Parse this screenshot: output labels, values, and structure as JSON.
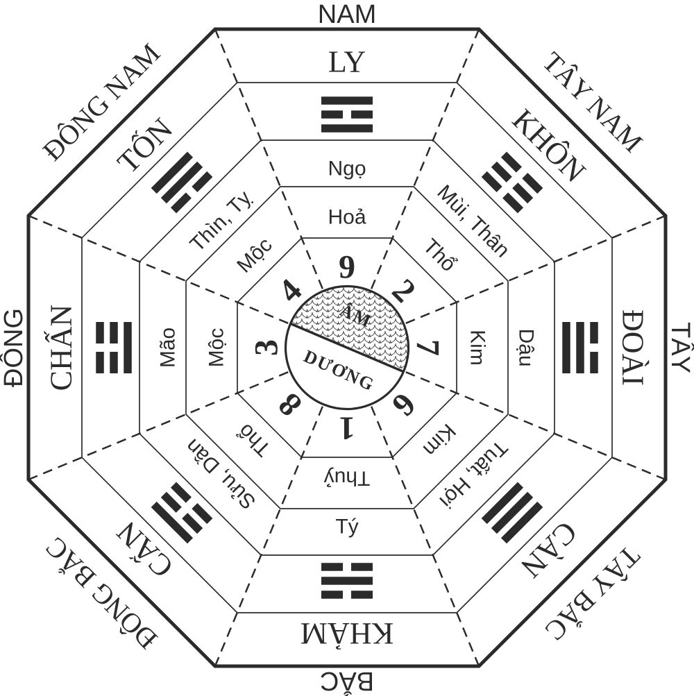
{
  "diagram": {
    "colors": {
      "ink": "#2b2b2b",
      "background": "#ffffff"
    },
    "center": {
      "upper_label": "ÂM",
      "lower_label": "DƯƠNG"
    },
    "sectors": [
      {
        "position": "top",
        "direction": "NAM",
        "trigram_name": "LY",
        "trigram_lines": [
          "solid",
          "broken",
          "solid"
        ],
        "branch": "Ngọ",
        "element": "Hoả",
        "number": "9"
      },
      {
        "position": "top-right",
        "direction": "TÂY NAM",
        "trigram_name": "KHÔN",
        "trigram_lines": [
          "broken",
          "broken",
          "broken"
        ],
        "branch": "Mùi, Thân",
        "element": "Thổ",
        "number": "2"
      },
      {
        "position": "right",
        "direction": "TÂY",
        "trigram_name": "ĐOÀI",
        "trigram_lines": [
          "broken",
          "solid",
          "solid"
        ],
        "branch": "Dậu",
        "element": "Kim",
        "number": "7"
      },
      {
        "position": "bottom-right",
        "direction": "TÂY BẮC",
        "trigram_name": "CÀN",
        "trigram_lines": [
          "solid",
          "solid",
          "solid"
        ],
        "branch": "Tuất, Hợi",
        "element": "Kim",
        "number": "6"
      },
      {
        "position": "bottom",
        "direction": "BẮC",
        "trigram_name": "KHẢM",
        "trigram_lines": [
          "broken",
          "solid",
          "broken"
        ],
        "branch": "Tý",
        "element": "Thuỷ",
        "number": "1"
      },
      {
        "position": "bottom-left",
        "direction": "ĐÔNG BẮC",
        "trigram_name": "CẤN",
        "trigram_lines": [
          "solid",
          "broken",
          "broken"
        ],
        "branch": "Sửu, Dần",
        "element": "Thổ",
        "number": "8"
      },
      {
        "position": "left",
        "direction": "ĐÔNG",
        "trigram_name": "CHẤN",
        "trigram_lines": [
          "broken",
          "broken",
          "solid"
        ],
        "branch": "Mão",
        "element": "Mộc",
        "number": "3"
      },
      {
        "position": "top-left",
        "direction": "ĐÔNG NAM",
        "trigram_name": "TỐN",
        "trigram_lines": [
          "solid",
          "solid",
          "broken"
        ],
        "branch": "Thìn, Tỵ",
        "element": "Mộc",
        "number": "4"
      }
    ]
  }
}
